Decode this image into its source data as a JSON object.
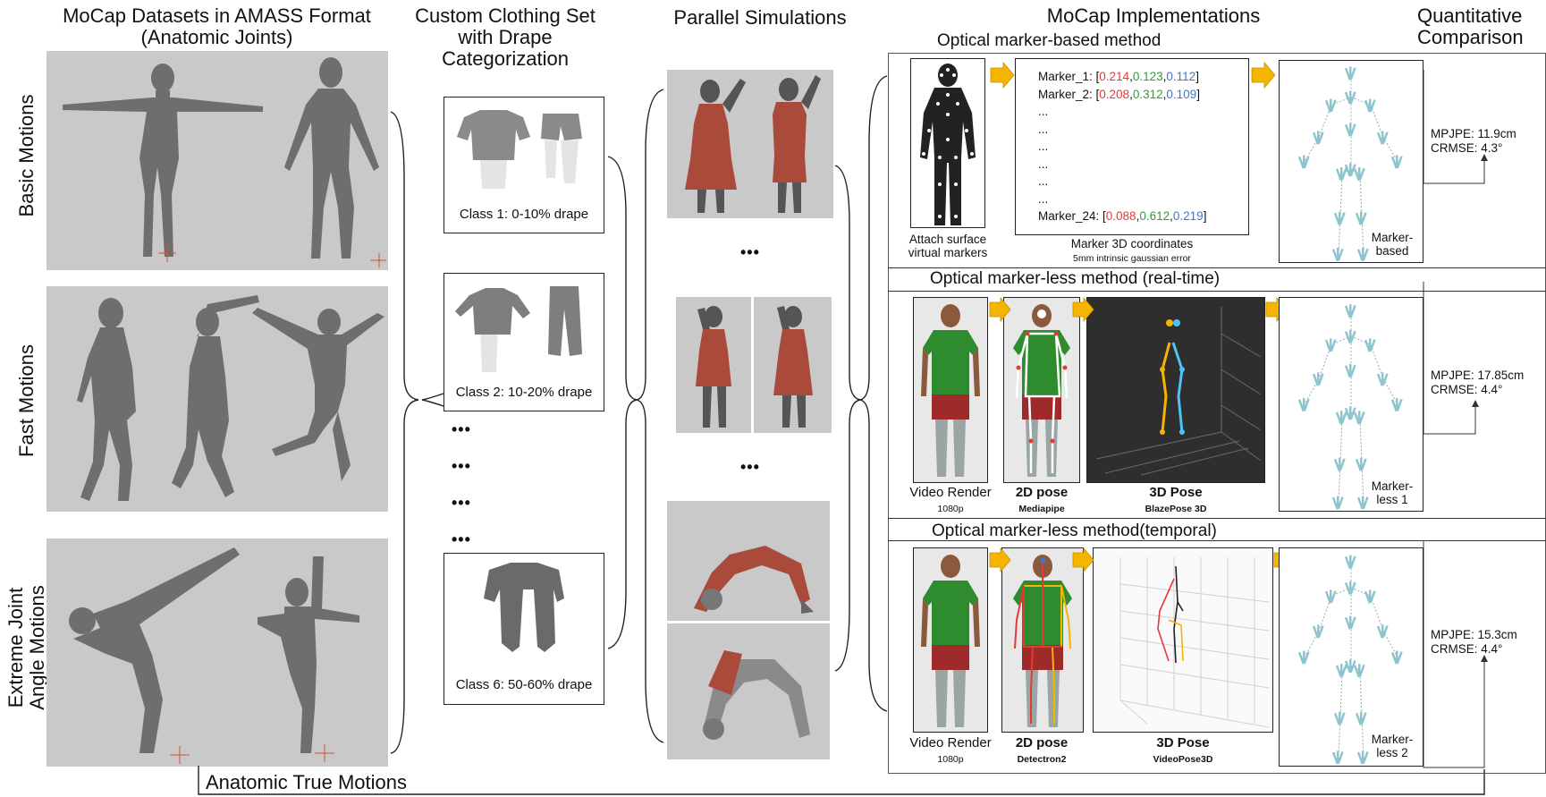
{
  "headers": {
    "col1": "MoCap Datasets in AMASS Format (Anatomic Joints)",
    "col1_line1": "MoCap Datasets in AMASS Format",
    "col1_line2": "(Anatomic Joints)",
    "col2_line1": "Custom Clothing Set",
    "col2_line2": "with Drape",
    "col2_line3": "Categorization",
    "col3": "Parallel Simulations",
    "col4": "MoCap Implementations",
    "col5_line1": "Quantitative",
    "col5_line2": "Comparison"
  },
  "motions": {
    "basic": "Basic Motions",
    "fast": "Fast Motions",
    "extreme_line1": "Extreme Joint",
    "extreme_line2": "Angle Motions",
    "footer": "Anatomic True Motions"
  },
  "clothing": {
    "class1": "Class 1: 0-10% drape",
    "class2": "Class 2: 10-20% drape",
    "class6": "Class 6: 50-60% drape",
    "ellipsis": "•••"
  },
  "simulations": {
    "ellipsis": "•••"
  },
  "methods": {
    "marker_based": {
      "title": "Optical marker-based method",
      "attach_line1": "Attach surface",
      "attach_line2": "virtual markers",
      "coords_caption": "Marker 3D coordinates",
      "coords_note": "5mm intrinsic gaussian error",
      "markers": [
        {
          "label": "Marker_1: [",
          "x": "0.214",
          "y": "0.123",
          "z": "0.112"
        },
        {
          "label": "Marker_2: [",
          "x": "0.208",
          "y": "0.312",
          "z": "0.109"
        },
        {
          "label": "Marker_24: [",
          "x": "0.088",
          "y": "0.612",
          "z": "0.219"
        }
      ],
      "ellipsis_line": "...",
      "result_line1": "Marker-",
      "result_line2": "based",
      "mpjpe": "MPJPE: 11.9cm",
      "crmse": "CRMSE: 4.3°"
    },
    "markerless_realtime": {
      "title": "Optical marker-less method (real-time)",
      "video": "Video Render",
      "video_sub": "1080p",
      "pose2d": "2D pose",
      "pose2d_sub": "Mediapipe",
      "pose3d": "3D Pose",
      "pose3d_sub": "BlazePose 3D",
      "result_line1": "Marker-",
      "result_line2": "less 1",
      "mpjpe": "MPJPE: 17.85cm",
      "crmse": "CRMSE: 4.4°"
    },
    "markerless_temporal": {
      "title": "Optical marker-less method(temporal)",
      "video": "Video Render",
      "video_sub": "1080p",
      "pose2d": "2D pose",
      "pose2d_sub": "Detectron2",
      "pose3d": "3D Pose",
      "pose3d_sub": "VideoPose3D",
      "result_line1": "Marker-",
      "result_line2": "less 2",
      "mpjpe": "MPJPE: 15.3cm",
      "crmse": "CRMSE: 4.4°"
    }
  },
  "colors": {
    "panel_gray": "#c9c9c9",
    "body_gray": "#6e6e6e",
    "cloth_red": "#a94a3a",
    "shirt_green": "#2e8b2e",
    "shorts_red": "#9e2a2a",
    "arrow_yellow": "#f5b400",
    "skeleton_cyan": "#8cc5d0"
  }
}
